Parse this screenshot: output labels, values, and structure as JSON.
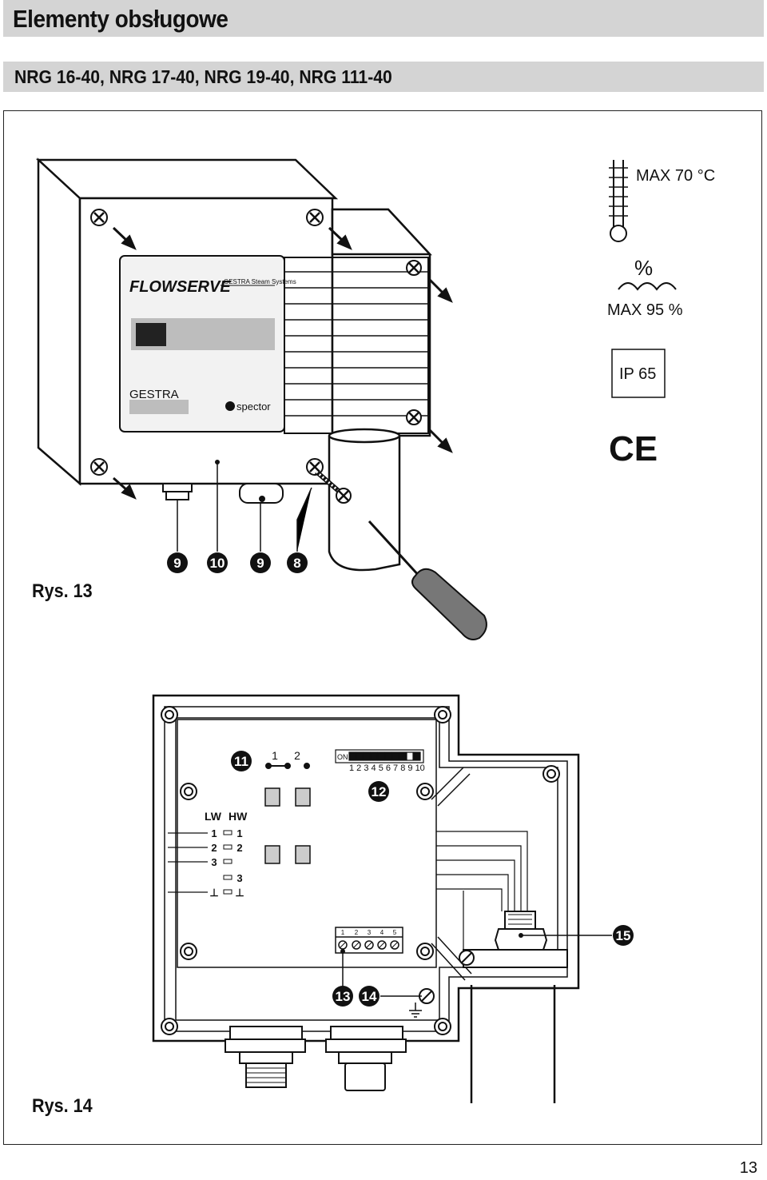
{
  "header": {
    "title": "Elementy obsługowe",
    "models": "NRG 16-40, NRG 17-40, NRG 19-40, NRG 111-40"
  },
  "figure13": {
    "label": "Rys. 13",
    "panel": {
      "brand": "FLOWSERVE",
      "brand_sub": "GESTRA Steam Systems",
      "name": "GESTRA",
      "spector": "spector"
    },
    "specs": {
      "temperature": "MAX 70 °C",
      "humidity_symbol": "%",
      "humidity": "MAX 95 %",
      "ip": "IP 65",
      "ce": "CE"
    },
    "callouts": [
      "9",
      "10",
      "9",
      "8"
    ]
  },
  "figure14": {
    "label": "Rys. 14",
    "callouts": [
      "11",
      "12",
      "13",
      "14",
      "15"
    ],
    "switch_positions": [
      "1",
      "2"
    ],
    "dip": {
      "on": "ON",
      "numbers": "1 2 3 4 5 6 7 8 9 10"
    },
    "terminal_header": {
      "lw": "LW",
      "hw": "HW"
    },
    "terminal_rows": [
      {
        "lw": "1",
        "hw": "1"
      },
      {
        "lw": "2",
        "hw": "2"
      },
      {
        "lw": "3",
        "hw": ""
      },
      {
        "lw": "",
        "hw": "3"
      },
      {
        "lw": "⊥",
        "hw": "⊥"
      }
    ],
    "terminal_block": [
      "1",
      "2",
      "3",
      "4",
      "5"
    ]
  },
  "page_number": "13"
}
